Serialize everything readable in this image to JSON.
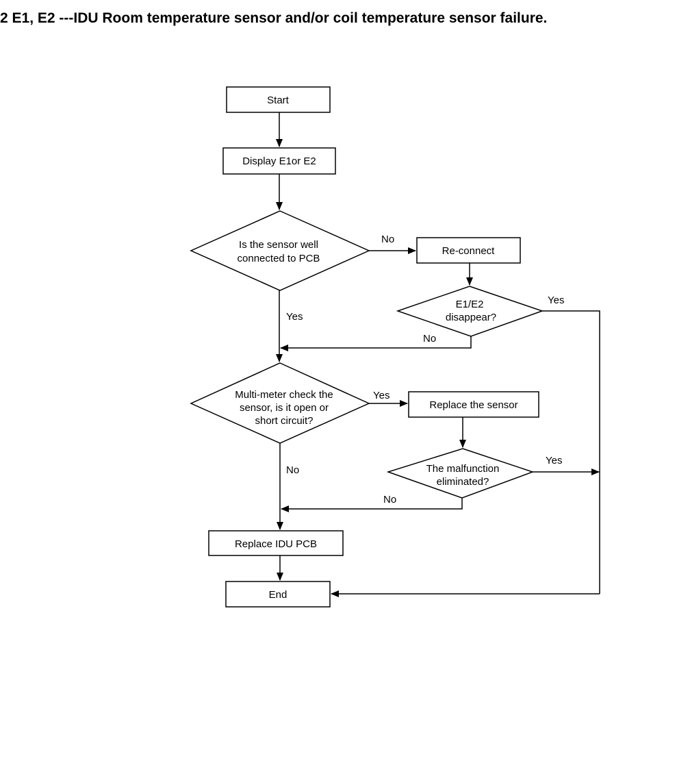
{
  "heading": "2 E1, E2 ---IDU Room temperature sensor and/or coil temperature sensor failure.",
  "flowchart": {
    "start": "Start",
    "display": "Display E1or E2",
    "q_connected": [
      "Is the sensor well",
      "connected to PCB"
    ],
    "reconnect": "Re-connect",
    "q_disappear": [
      "E1/E2",
      "disappear?"
    ],
    "q_meter": [
      "Multi-meter check the",
      "sensor, is it open or",
      "short circuit?"
    ],
    "replace_sensor": "Replace the sensor",
    "q_eliminated": [
      "The malfunction",
      "eliminated?"
    ],
    "replace_pcb": "Replace IDU PCB",
    "end": "End",
    "label_yes": "Yes",
    "label_no": "No"
  }
}
